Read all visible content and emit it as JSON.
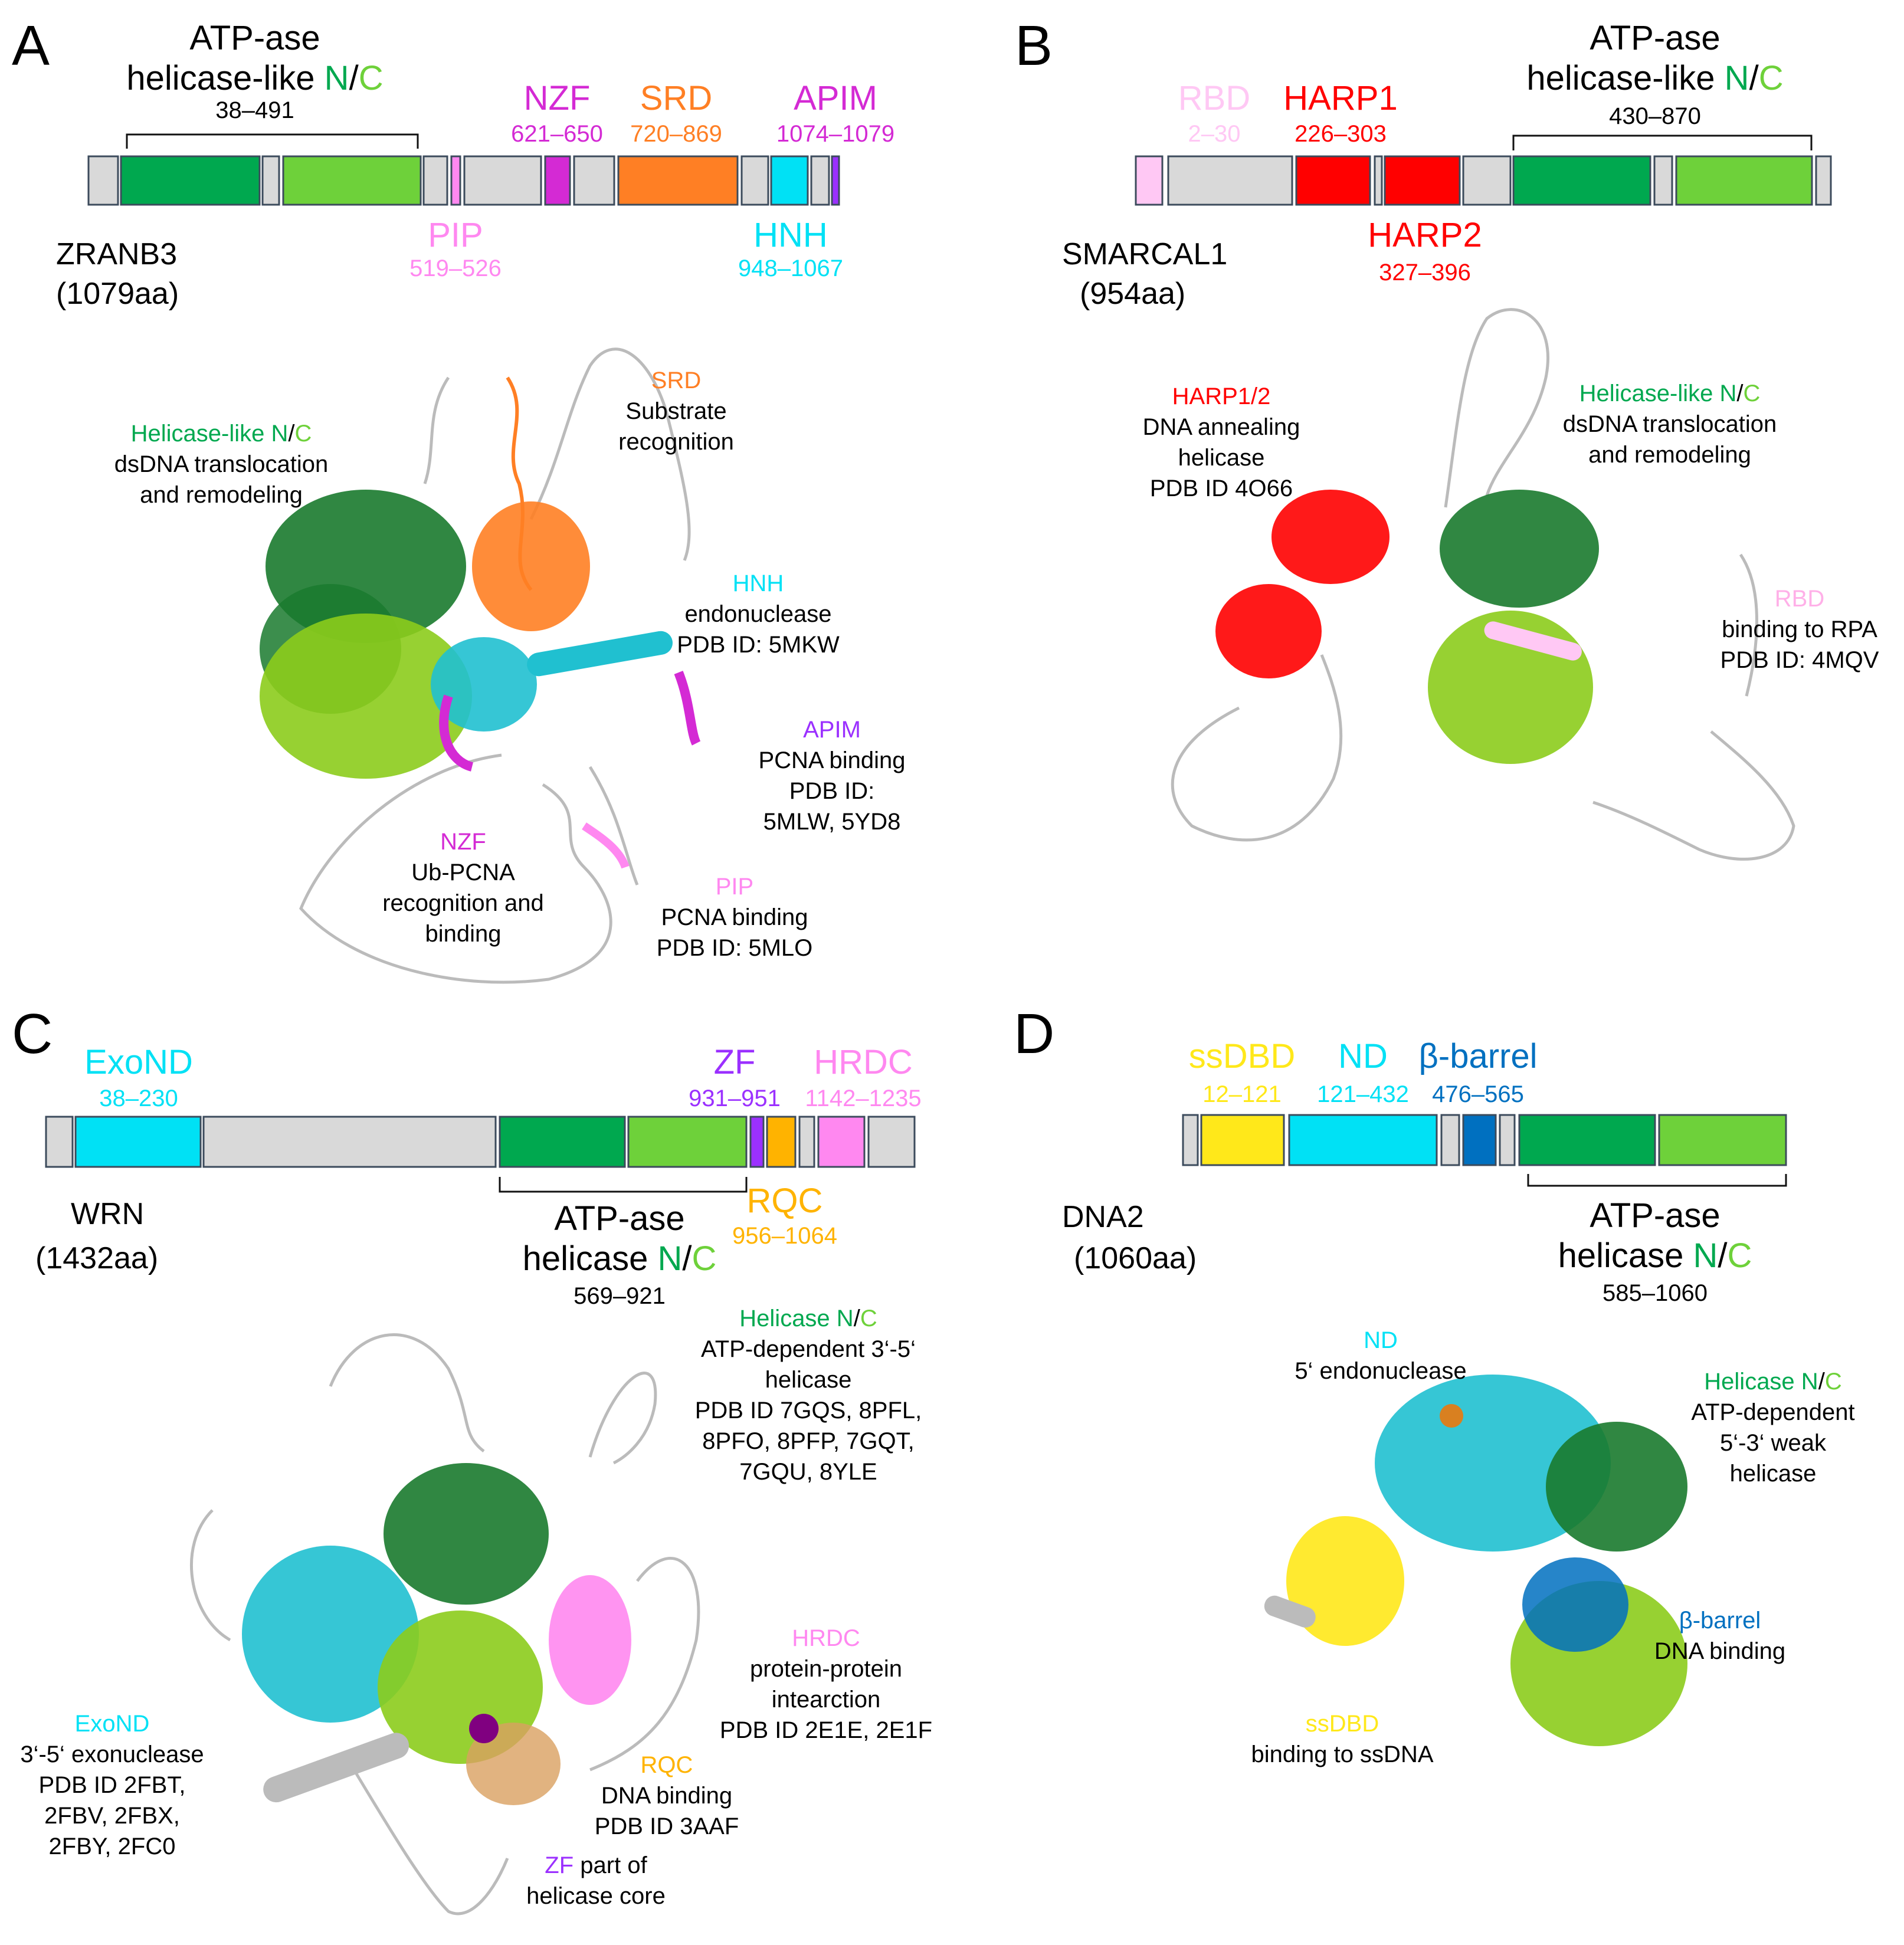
{
  "colors": {
    "gray": "#d9d9d9",
    "dark_green": "#00a84f",
    "light_green": "#6ed13a",
    "magenta": "#d42ad4",
    "orange": "#ff7f24",
    "cyan": "#00e1f5",
    "pink": "#ff88f0",
    "light_pink": "#ffc8f4",
    "red": "#ff0000",
    "yellow": "#ffe81a",
    "blue": "#0070c0",
    "purple": "#9b30ff",
    "gold": "#ffb300",
    "struct_dgreen": "#1a7a2e",
    "struct_lgreen": "#8ccc1c",
    "struct_cyan": "#20c0d0",
    "struct_gray": "#bbbbbb"
  },
  "panels": {
    "A": {
      "letter": "A",
      "protein": "ZRANB3",
      "length": "(1079aa)",
      "helicase_title_1": "ATP-ase",
      "helicase_title_2": "helicase-like ",
      "helicase_n": "N",
      "helicase_slash": "/",
      "helicase_c": "C",
      "helicase_range": "38–491",
      "domains": [
        {
          "name": "NZF",
          "range": "621–650"
        },
        {
          "name": "SRD",
          "range": "720–869"
        },
        {
          "name": "APIM",
          "range": "1074–1079"
        },
        {
          "name": "PIP",
          "range": "519–526"
        },
        {
          "name": "HNH",
          "range": "948–1067"
        }
      ],
      "annotations": {
        "srd_title": "SRD",
        "srd_1": "Substrate",
        "srd_2": "recognition",
        "hel_title_a": "Helicase-like N",
        "hel_title_slash": "/",
        "hel_title_c": "C",
        "hel_1": "dsDNA translocation",
        "hel_2": "and remodeling",
        "hnh_title": "HNH",
        "hnh_1": "endonuclease",
        "hnh_2": "PDB ID: 5MKW",
        "apim_title": "APIM",
        "apim_1": "PCNA binding",
        "apim_2": "PDB ID:",
        "apim_3": "5MLW, 5YD8",
        "nzf_title": "NZF",
        "nzf_1": "Ub-PCNA",
        "nzf_2": "recognition and",
        "nzf_3": "binding",
        "pip_title": "PIP",
        "pip_1": "PCNA binding",
        "pip_2": "PDB ID: 5MLO"
      }
    },
    "B": {
      "letter": "B",
      "protein": "SMARCAL1",
      "length": "(954aa)",
      "helicase_title_1": "ATP-ase",
      "helicase_title_2": "helicase-like ",
      "helicase_n": "N",
      "helicase_slash": "/",
      "helicase_c": "C",
      "helicase_range": "430–870",
      "domains": [
        {
          "name": "RBD",
          "range": "2–30"
        },
        {
          "name": "HARP1",
          "range": "226–303"
        },
        {
          "name": "HARP2",
          "range": "327–396"
        }
      ],
      "annotations": {
        "harp_title": "HARP1/2",
        "harp_1": "DNA annealing",
        "harp_2": "helicase",
        "harp_3": "PDB ID 4O66",
        "hel_title_a": "Helicase-like N",
        "hel_title_slash": "/",
        "hel_title_c": "C",
        "hel_1": "dsDNA translocation",
        "hel_2": "and remodeling",
        "rbd_title": "RBD",
        "rbd_1": "binding to RPA",
        "rbd_2": "PDB ID: 4MQV"
      }
    },
    "C": {
      "letter": "C",
      "protein": "WRN",
      "length": "(1432aa)",
      "helicase_title_1": "ATP-ase",
      "helicase_title_2": "helicase ",
      "helicase_n": "N",
      "helicase_slash": "/",
      "helicase_c": "C",
      "helicase_range": "569–921",
      "domains": [
        {
          "name": "ExoND",
          "range": "38–230"
        },
        {
          "name": "ZF",
          "range": "931–951"
        },
        {
          "name": "HRDC",
          "range": "1142–1235"
        },
        {
          "name": "RQC",
          "range": "956–1064"
        }
      ],
      "annotations": {
        "hel_title_a": "Helicase N",
        "hel_title_slash": "/",
        "hel_title_c": "C",
        "hel_1": "ATP-dependent 3‘-5‘",
        "hel_2": "helicase",
        "hel_3": "PDB ID 7GQS, 8PFL,",
        "hel_4": "8PFO, 8PFP, 7GQT,",
        "hel_5": "7GQU, 8YLE",
        "hrdc_title": "HRDC",
        "hrdc_1": "protein-protein",
        "hrdc_2": "intearction",
        "hrdc_3": "PDB ID 2E1E, 2E1F",
        "exo_title": "ExoND",
        "exo_1": "3‘-5‘ exonuclease",
        "exo_2": "PDB ID 2FBT,",
        "exo_3": "2FBV, 2FBX,",
        "exo_4": "2FBY, 2FC0",
        "rqc_title": "RQC",
        "rqc_1": "DNA binding",
        "rqc_2": "PDB ID 3AAF",
        "zf_title": "ZF",
        "zf_1": " part of",
        "zf_2": "helicase core"
      }
    },
    "D": {
      "letter": "D",
      "protein": "DNA2",
      "length": "(1060aa)",
      "helicase_title_1": "ATP-ase",
      "helicase_title_2": "helicase ",
      "helicase_n": "N",
      "helicase_slash": "/",
      "helicase_c": "C",
      "helicase_range": "585–1060",
      "domains": [
        {
          "name": "ssDBD",
          "range": "12–121"
        },
        {
          "name": "ND",
          "range": "121–432"
        },
        {
          "name": "β-barrel",
          "range": "476–565"
        }
      ],
      "annotations": {
        "nd_title": "ND",
        "nd_1": "5‘ endonuclease",
        "hel_title_a": "Helicase N",
        "hel_title_slash": "/",
        "hel_title_c": "C",
        "hel_1": "ATP-dependent",
        "hel_2": "5‘-3‘ weak",
        "hel_3": "helicase",
        "bb_title": "β-barrel",
        "bb_1": "DNA binding",
        "ss_title": "ssDBD",
        "ss_1": "binding to ssDNA"
      }
    }
  }
}
